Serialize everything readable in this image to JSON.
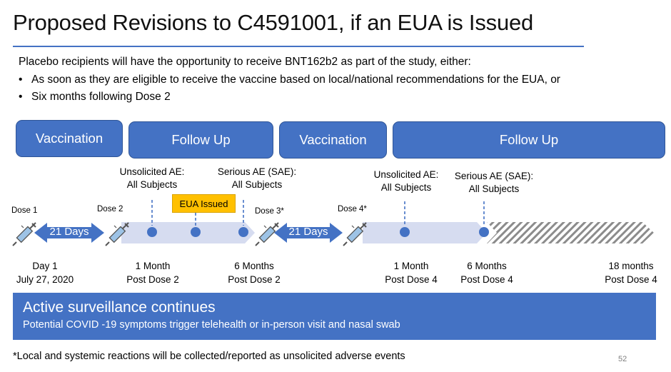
{
  "title": "Proposed Revisions to C4591001, if an EUA is Issued",
  "intro": "Placebo recipients will have the opportunity to receive BNT162b2 as part of the study, either:",
  "bullets": [
    "As soon as they are eligible to receive the vaccine based on local/national recommendations for the EUA, or",
    "Six months following Dose 2"
  ],
  "phases": [
    "Vaccination",
    "Follow Up",
    "Vaccination",
    "Follow Up"
  ],
  "ae_labels": [
    {
      "line1": "Unsolicited AE:",
      "line2": "All Subjects"
    },
    {
      "line1": "Serious AE (SAE):",
      "line2": "All Subjects"
    },
    {
      "line1": "Unsolicited AE:",
      "line2": "All Subjects"
    },
    {
      "line1": "Serious AE (SAE):",
      "line2": "All Subjects"
    }
  ],
  "eua_label": "EUA Issued",
  "doses": [
    "Dose 1",
    "Dose 2",
    "Dose 3*",
    "Dose 4*"
  ],
  "interval_labels": [
    "21 Days",
    "21 Days"
  ],
  "timepoints": [
    {
      "line1": "Day 1",
      "line2": "July 27, 2020"
    },
    {
      "line1": "1 Month",
      "line2": "Post Dose 2"
    },
    {
      "line1": "6 Months",
      "line2": "Post Dose 2"
    },
    {
      "line1": "1 Month",
      "line2": "Post Dose 4"
    },
    {
      "line1": "6 Months",
      "line2": "Post Dose 4"
    },
    {
      "line1": "18 months",
      "line2": "Post Dose 4"
    }
  ],
  "surveillance": {
    "heading": "Active surveillance continues",
    "subtext": "Potential COVID -19 symptoms trigger telehealth or in-person visit and nasal swab"
  },
  "footnote": "*Local and systemic reactions will be collected/reported as unsolicited adverse events",
  "page_number": "52",
  "colors": {
    "accent": "#4472c4",
    "band": "#d6dcf0",
    "eua": "#ffc000",
    "marker": "#4472c4"
  }
}
